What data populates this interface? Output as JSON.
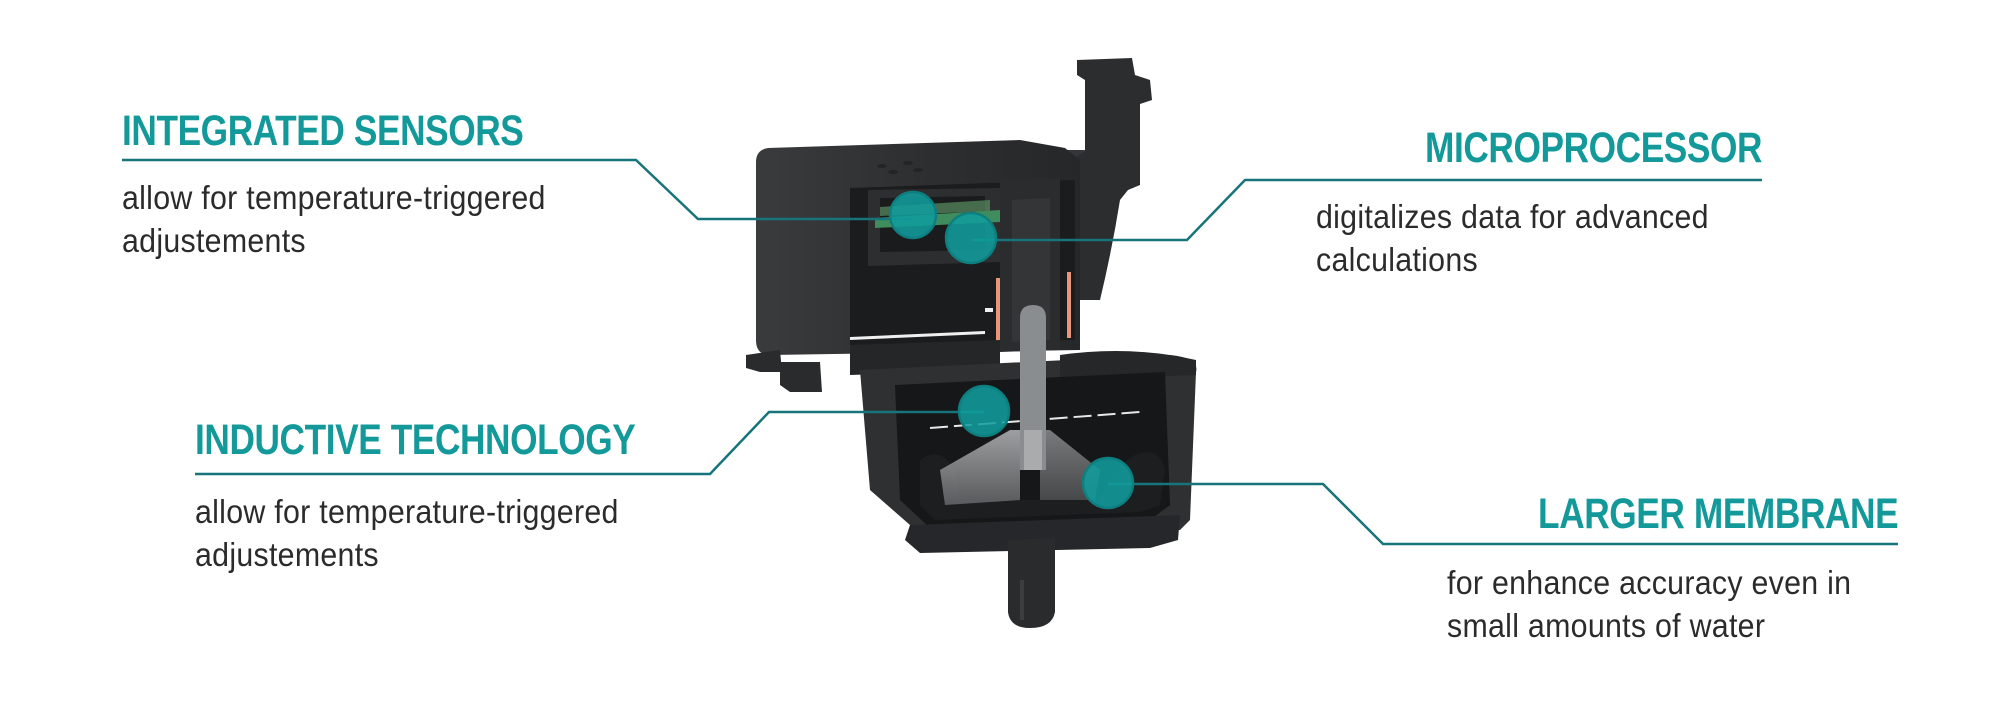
{
  "colors": {
    "accent": "#13999a",
    "leader_line": "#16747a",
    "marker_fill": "#119c9c",
    "marker_border": "#0e7f80",
    "body_text": "#2b2b2b",
    "device_dark": "#2f3032",
    "device_mid": "#3d3f41",
    "device_cavity": "#161718",
    "pcb_green": "#3f8c5c",
    "copper": "#e8957a"
  },
  "callouts": [
    {
      "id": "integrated-sensors",
      "title": "INTEGRATED SENSORS",
      "description": [
        "allow for temperature-triggered",
        "adjustements"
      ],
      "side": "left"
    },
    {
      "id": "microprocessor",
      "title": "MICROPROCESSOR",
      "description": [
        "digitalizes data for advanced",
        "calculations"
      ],
      "side": "right"
    },
    {
      "id": "inductive-technology",
      "title": "INDUCTIVE TECHNOLOGY",
      "description": [
        "allow for temperature-triggered",
        "adjustements"
      ],
      "side": "left"
    },
    {
      "id": "larger-membrane",
      "title": "LARGER MEMBRANE",
      "description": [
        "for enhance accuracy even in",
        "small amounts of water"
      ],
      "side": "right"
    }
  ],
  "device": {
    "name": "pressure-sensor-cutaway",
    "markers": 4
  }
}
